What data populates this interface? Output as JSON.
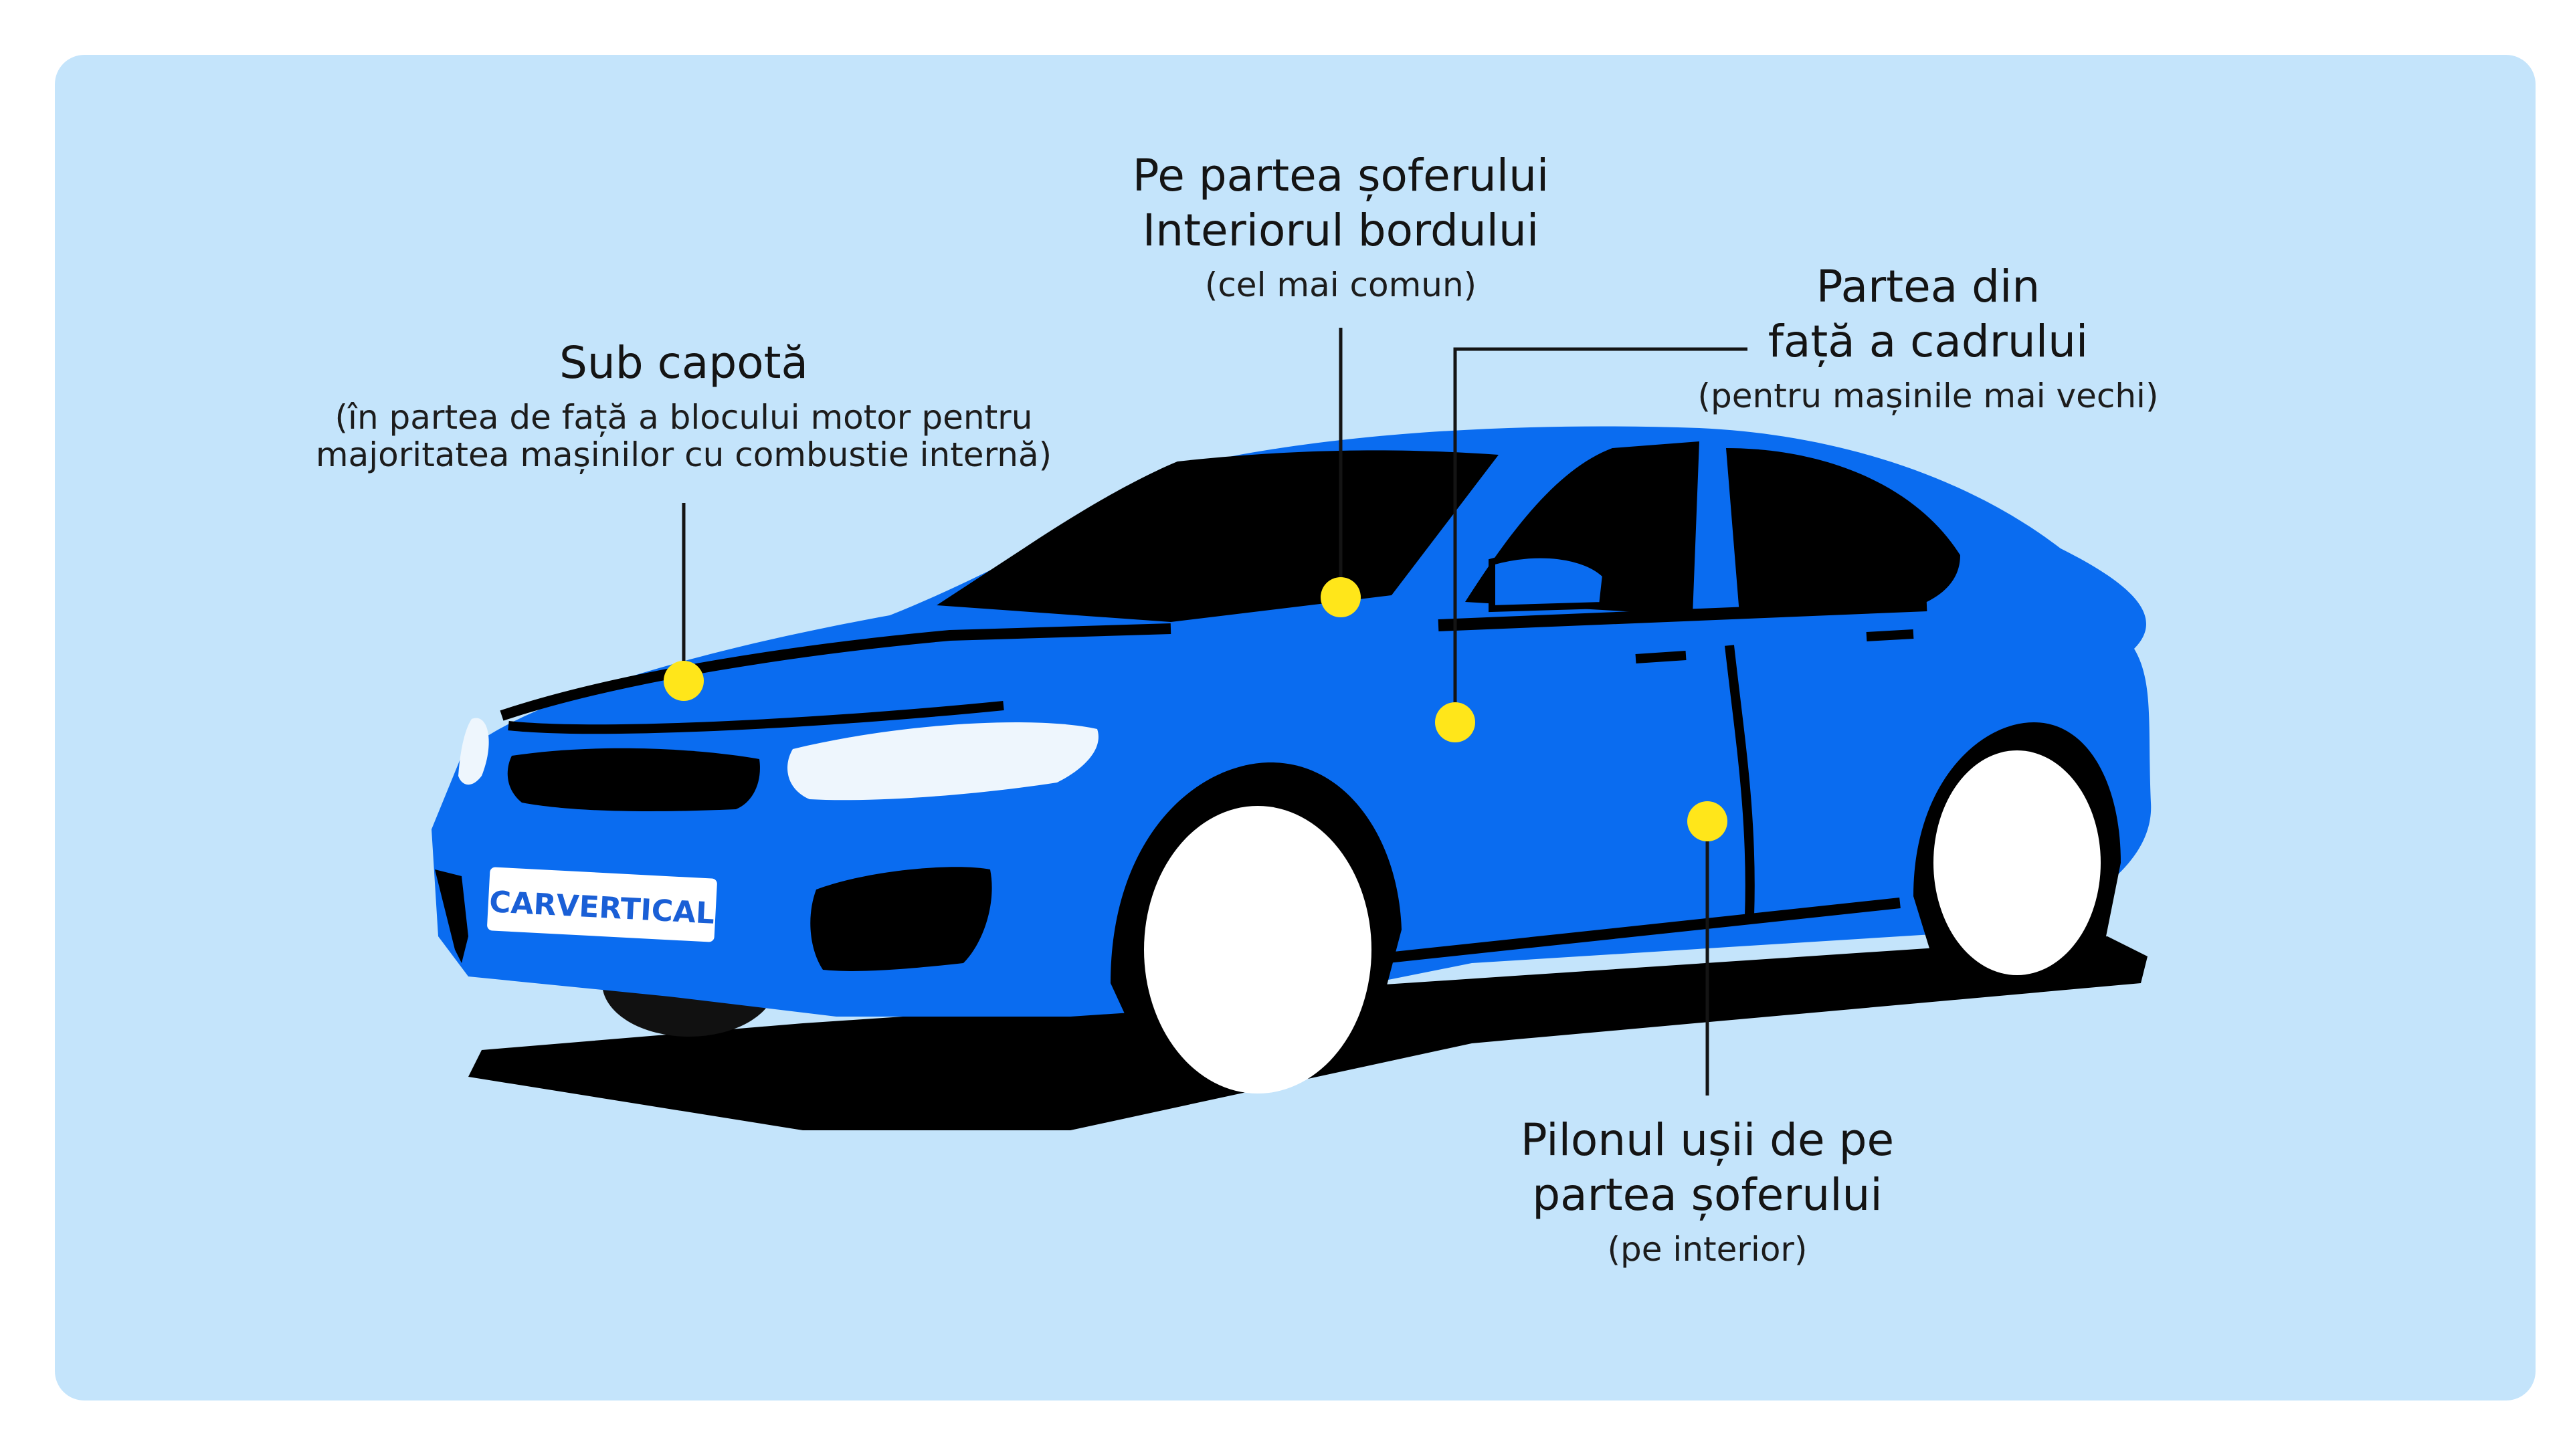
{
  "brand": {
    "plate_text": "CARVERTICAL"
  },
  "colors": {
    "background": "#c4e4fb",
    "car_body": "#0a6cf0",
    "marker": "#ffe61a",
    "glass": "#000000",
    "leader_line": "#141414"
  },
  "labels": {
    "under_hood": {
      "title": "Sub capotă",
      "note_line1": "(în partea de față a blocului motor pentru",
      "note_line2": "majoritatea mașinilor cu combustie internă)"
    },
    "driver_side_dashboard": {
      "title_line1": "Pe partea șoferului",
      "title_line2": "Interiorul bordului",
      "note": "(cel mai comun)"
    },
    "frame_front": {
      "title_line1": "Partea din",
      "title_line2": "față a cadrului",
      "note": "(pentru mașinile mai vechi)"
    },
    "door_pillar": {
      "title_line1": "Pilonul ușii de pe",
      "title_line2": "partea șoferului",
      "note": "(pe interior)"
    }
  }
}
